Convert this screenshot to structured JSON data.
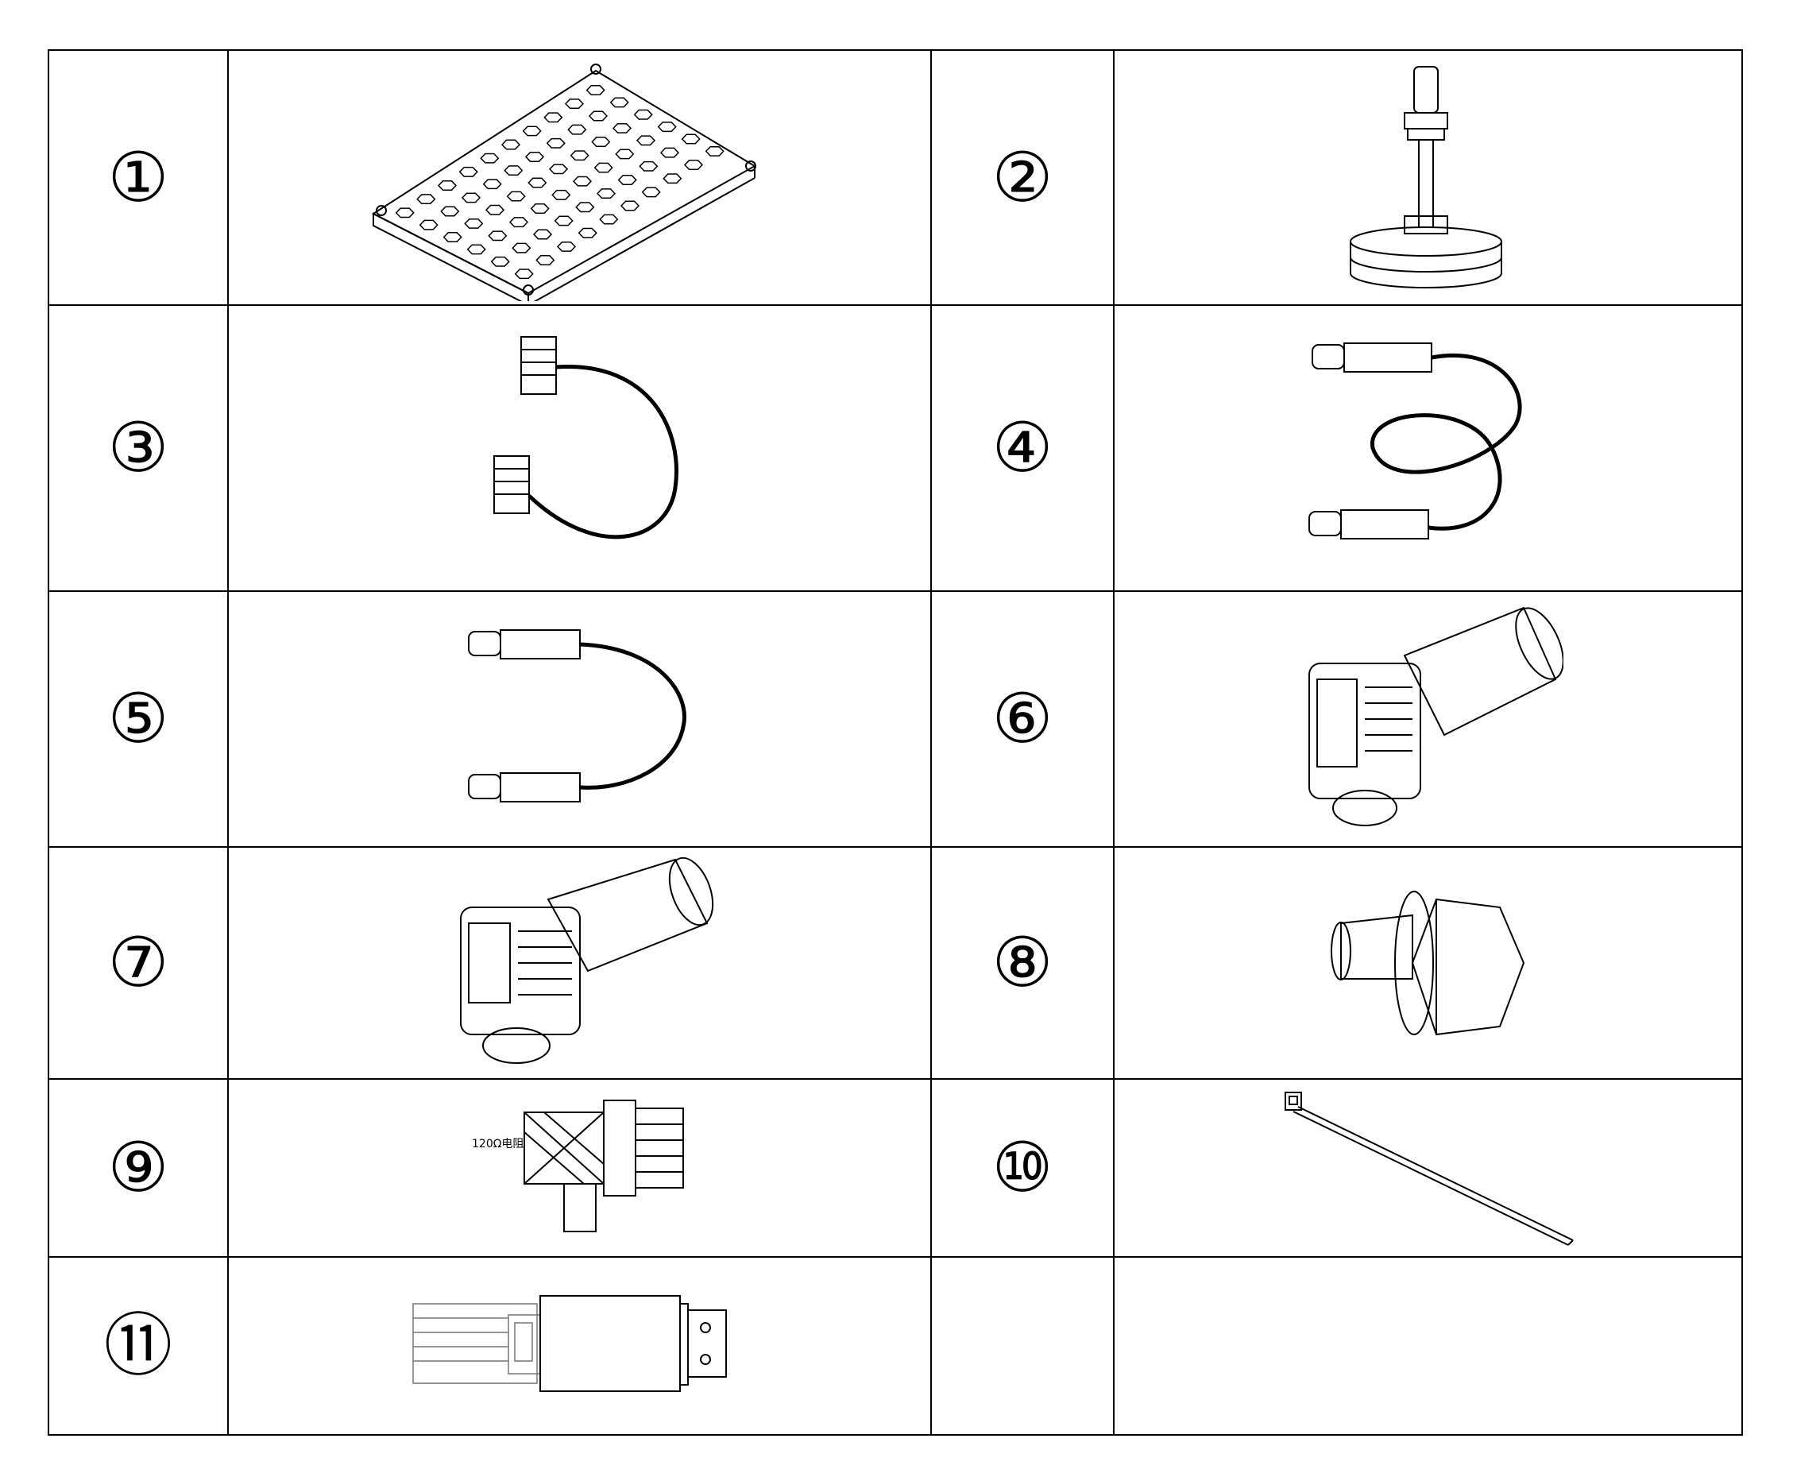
{
  "parts": [
    {
      "number": "①",
      "icon": "perforated-tray"
    },
    {
      "number": "②",
      "icon": "leveling-foot"
    },
    {
      "number": "③",
      "icon": "terminal-block-cable"
    },
    {
      "number": "④",
      "icon": "connector-cable-long"
    },
    {
      "number": "⑤",
      "icon": "connector-cable-short"
    },
    {
      "number": "⑥",
      "icon": "angled-connector-plug"
    },
    {
      "number": "⑦",
      "icon": "angled-connector-plug"
    },
    {
      "number": "⑧",
      "icon": "hex-bolt"
    },
    {
      "number": "⑨",
      "icon": "terminating-resistor-plug",
      "label": "120Ω电阻"
    },
    {
      "number": "⑩",
      "icon": "cable-tie"
    },
    {
      "number": "⑪",
      "icon": "plug-module"
    }
  ]
}
